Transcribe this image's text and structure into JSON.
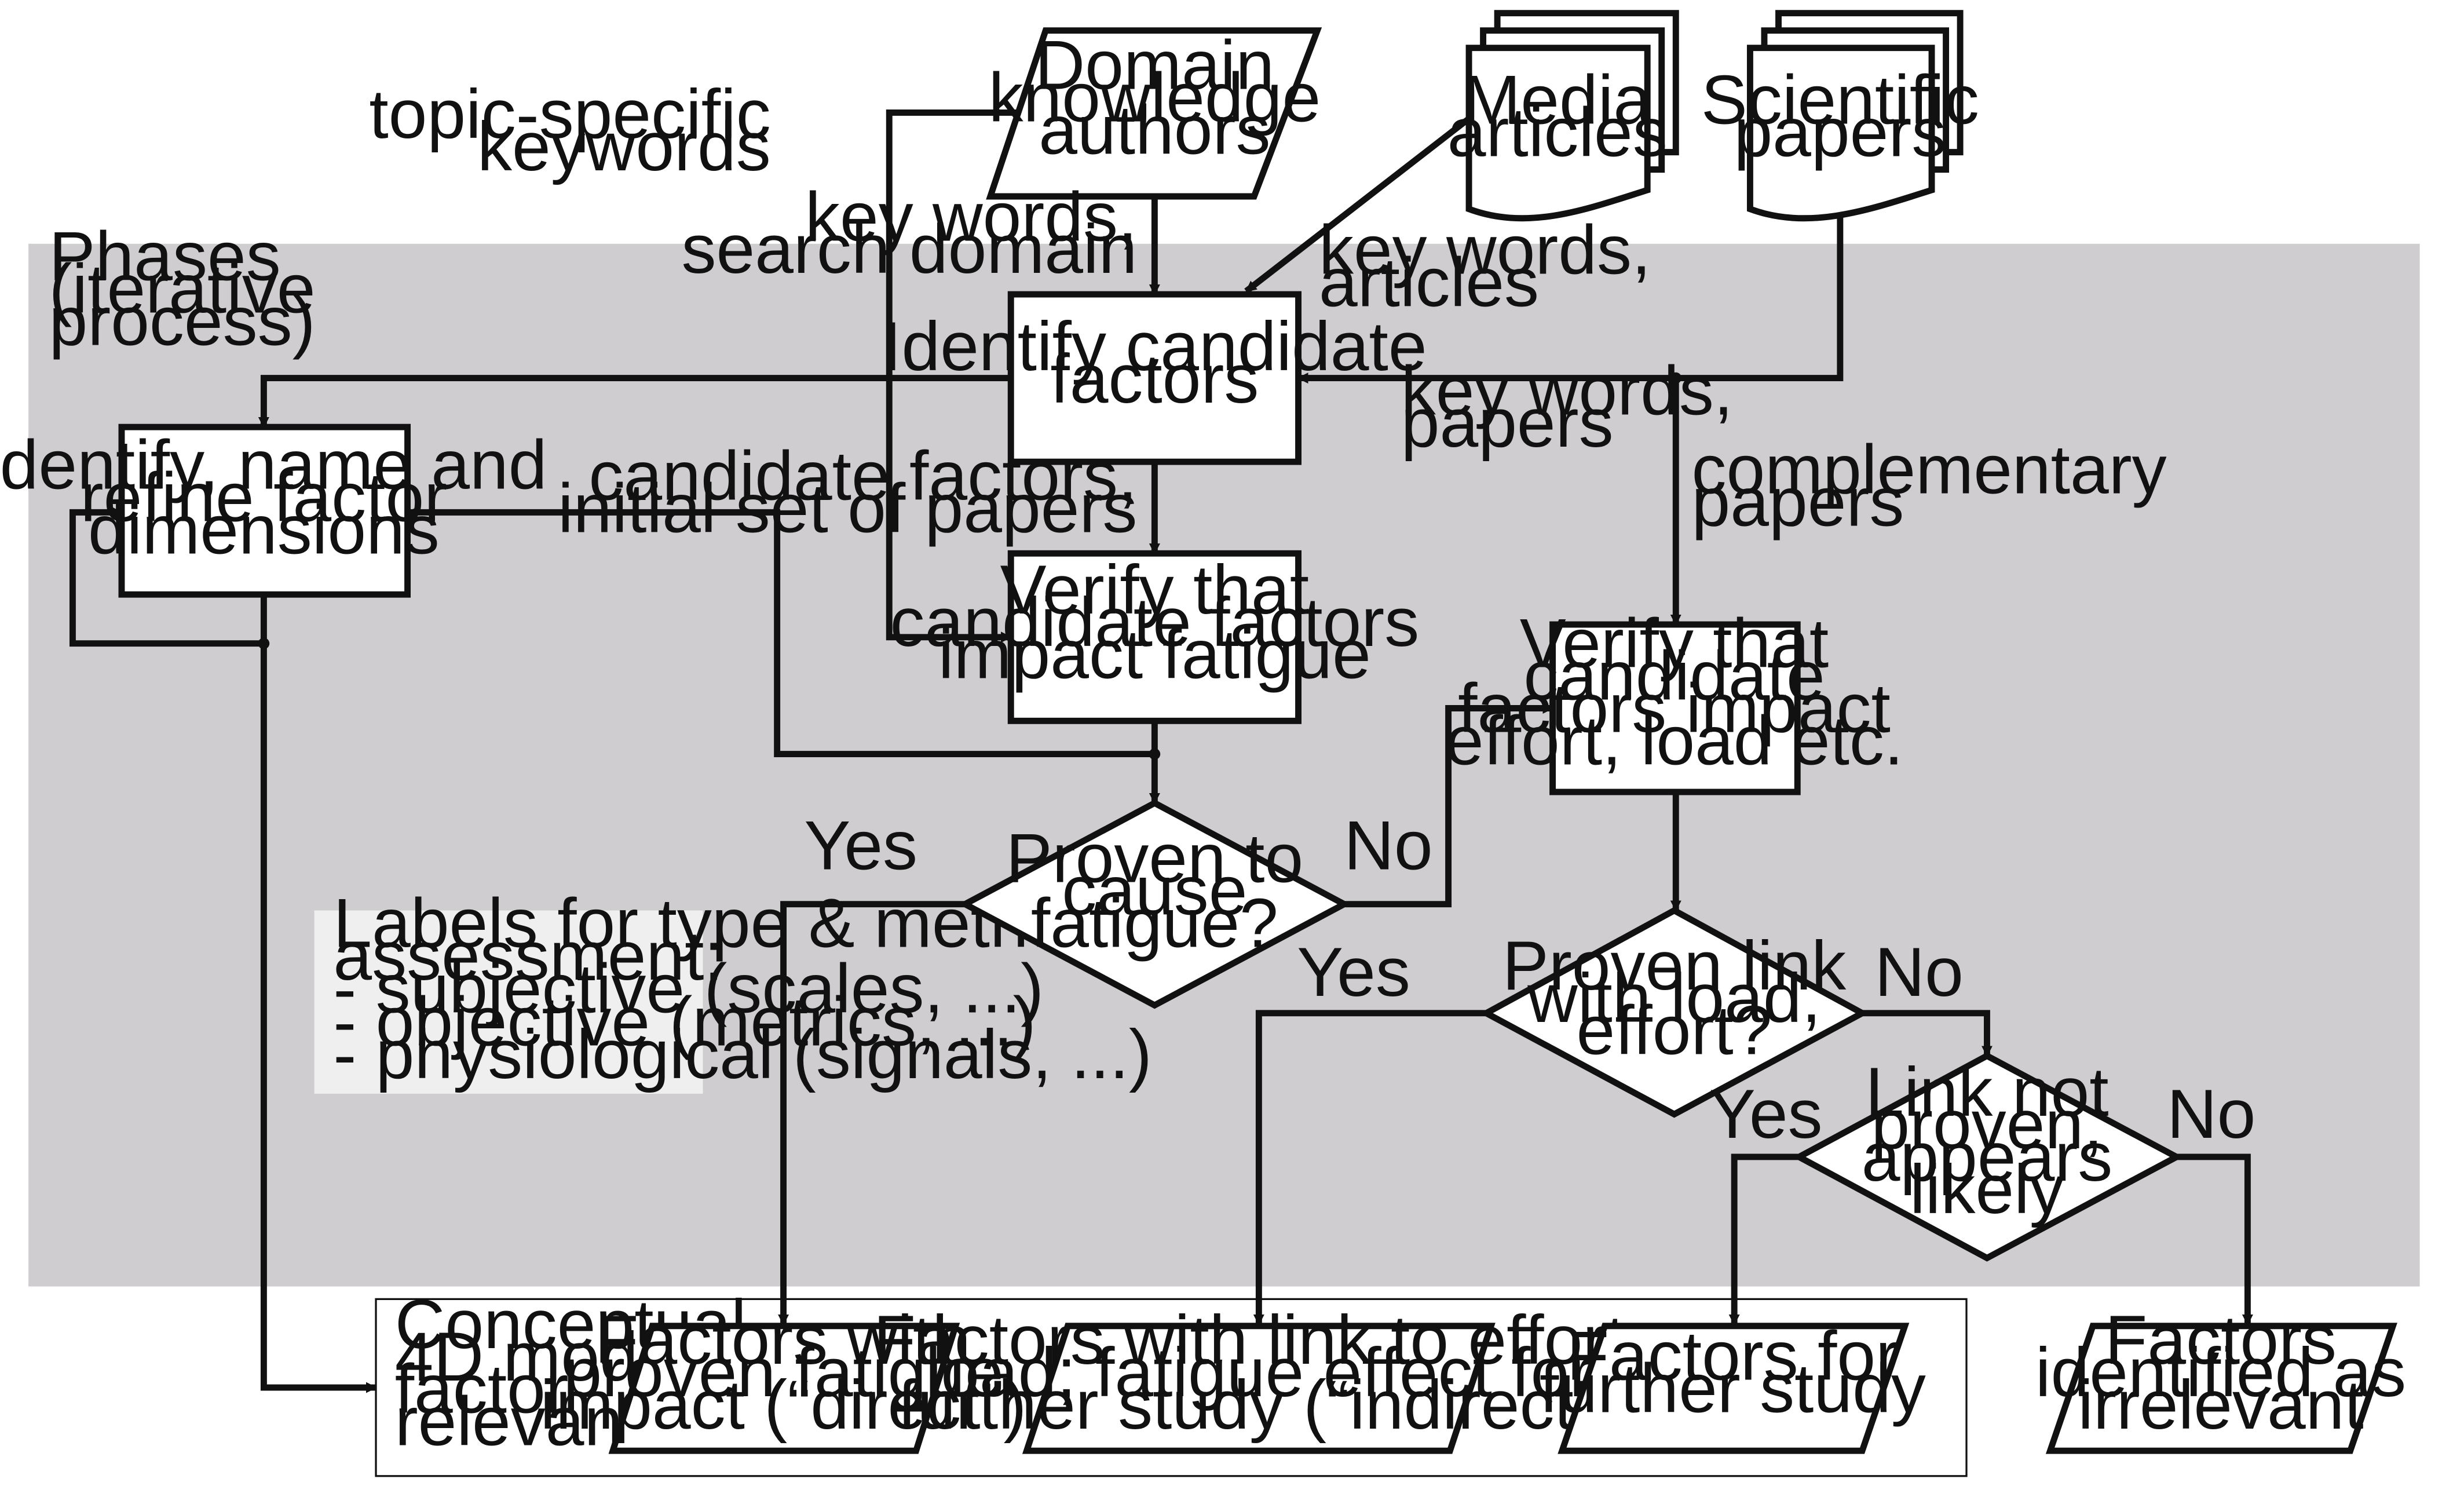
{
  "nodes": {
    "domain_authors": [
      "Domain",
      "knowledge",
      "authors"
    ],
    "media_articles": [
      "Media",
      "articles"
    ],
    "scientific_papers": [
      "Scientific",
      "papers"
    ],
    "identify_candidates": [
      "Identify candidate",
      "factors"
    ],
    "identify_dimensions": [
      "Identify, name and",
      "refine factor",
      "dimensions"
    ],
    "verify_fatigue": [
      "Verify that",
      "candidate factors",
      "impact fatigue"
    ],
    "verify_effort": [
      "Verify that",
      "candidate",
      "factors impact",
      "effort, load etc."
    ],
    "proven_fatigue": [
      "Proven to",
      "cause",
      "fatigue?"
    ],
    "proven_load": [
      "Proven link",
      "with load,",
      "effort?"
    ],
    "link_likely": [
      "Link not",
      "proven,",
      "appears",
      "likely"
    ],
    "out_direct": [
      "Factors with",
      "proven fatigue",
      "impact (“direct”)"
    ],
    "out_indirect": [
      "Factors with link to effort,",
      "load; fatigue effect for",
      "further study (“indirect”)"
    ],
    "out_further": [
      "Factors for",
      "further study"
    ],
    "out_irrelevant": [
      "Factors",
      "identified as",
      "irrelevant"
    ]
  },
  "labels": {
    "topic_keywords": [
      "topic-specific",
      "keywords"
    ],
    "phases": [
      "Phases",
      "(iterative",
      "process)"
    ],
    "kw_search": [
      "key words,",
      "search domain"
    ],
    "kw_articles": [
      "key words,",
      "articles"
    ],
    "kw_papers": [
      "key words,",
      "papers"
    ],
    "complementary": [
      "complementary",
      "papers"
    ],
    "candidates_initial": [
      "candidate factors,",
      "initial set of papers"
    ],
    "yes1": "Yes",
    "no1": "No",
    "yes2": "Yes",
    "no2": "No",
    "yes3": "Yes",
    "no3": "No",
    "assessment": [
      "Labels for type & method of",
      "assessment:",
      "- subjective (scales, ...)",
      "- objective (metrics, ...)",
      "- physiological (signals, ...)"
    ],
    "model": [
      "Conceptual",
      "4D model &",
      "factor",
      "relevance"
    ]
  },
  "colors": {
    "phase_band": "#cfcdcf",
    "note_bg": "#efefef",
    "stroke": "#111111"
  }
}
